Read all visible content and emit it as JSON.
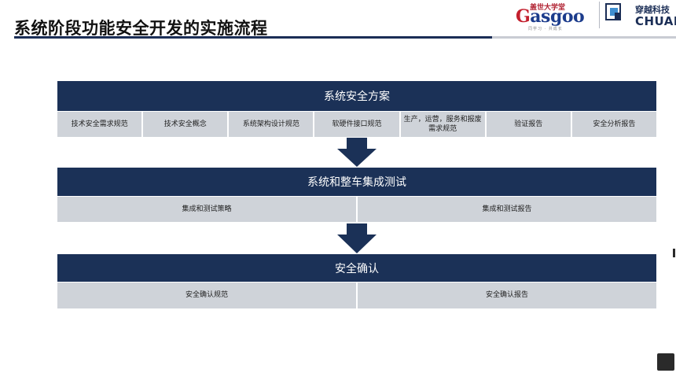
{
  "slide": {
    "title": "系统阶段功能安全开发的实施流程"
  },
  "logos": {
    "gasgoo_top": "盖世大学堂",
    "gasgoo_word_first": "G",
    "gasgoo_word_rest": "asgoo",
    "gasgoo_sub": "同学习 · 共成长",
    "chuan_cn": "穿越科技",
    "chuan_en": "CHUAN"
  },
  "flow": {
    "stage1": {
      "header": "系统安全方案",
      "items": [
        "技术安全需求规范",
        "技术安全概念",
        "系统架构设计规范",
        "软硬件接口规范",
        "生产，运营，服务和报废需求规范",
        "验证报告",
        "安全分析报告"
      ]
    },
    "stage2": {
      "header": "系统和整车集成测试",
      "items": [
        "集成和测试策略",
        "集成和测试报告"
      ]
    },
    "stage3": {
      "header": "安全确认",
      "items": [
        "安全确认规范",
        "安全确认报告"
      ]
    }
  },
  "colors": {
    "navy": "#1b3157",
    "cell_gray": "#cfd3d9",
    "accent_red": "#c3202e",
    "accent_blue": "#1c3c8c"
  },
  "icons": [
    "down-arrow-icon",
    "chuan-logo-icon"
  ]
}
